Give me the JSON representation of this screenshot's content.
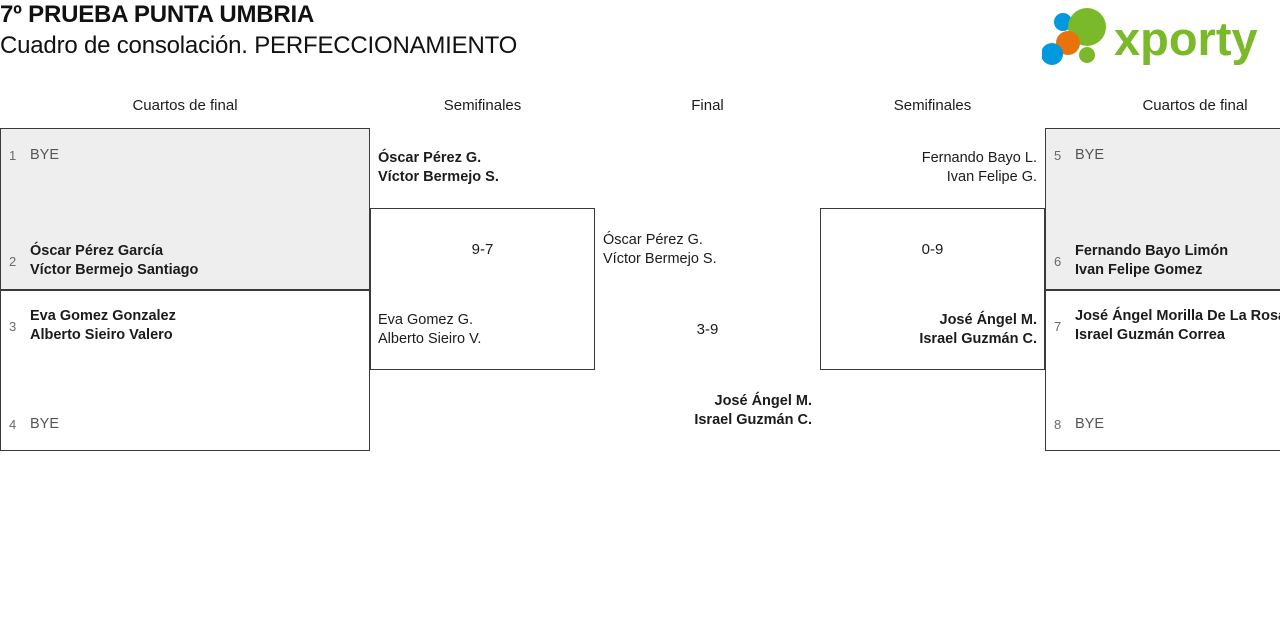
{
  "header": {
    "title_line_1": "7º PRUEBA PUNTA UMBRIA",
    "title_line_2": "Cuadro de consolación. PERFECCIONAMIENTO",
    "logo_text": "xporty",
    "logo_colors": {
      "green": "#7ab929",
      "blue": "#0099dd",
      "orange": "#e8730c"
    }
  },
  "rounds": [
    {
      "id": "qf-left",
      "label": "Cuartos de final"
    },
    {
      "id": "sf-left",
      "label": "Semifinales"
    },
    {
      "id": "final",
      "label": "Final"
    },
    {
      "id": "sf-right",
      "label": "Semifinales"
    },
    {
      "id": "qf-right",
      "label": "Cuartos de final"
    }
  ],
  "bracket": {
    "qf_left": [
      {
        "box": "qf-left-1",
        "shaded": true,
        "slots": [
          {
            "seed": "1",
            "line1": "BYE",
            "line2": "",
            "bye": true,
            "winner": false
          },
          {
            "seed": "2",
            "line1": "Óscar Pérez García",
            "line2": "Víctor Bermejo Santiago",
            "bye": false,
            "winner": true
          }
        ]
      },
      {
        "box": "qf-left-2",
        "shaded": false,
        "slots": [
          {
            "seed": "3",
            "line1": "Eva Gomez Gonzalez",
            "line2": "Alberto Sieiro Valero",
            "bye": false,
            "winner": true
          },
          {
            "seed": "4",
            "line1": "BYE",
            "line2": "",
            "bye": true,
            "winner": false
          }
        ]
      }
    ],
    "sf_left": {
      "box": "sf-left-1",
      "top": {
        "line1": "Óscar Pérez G.",
        "line2": "Víctor Bermejo S.",
        "winner": true
      },
      "bottom": {
        "line1": "Eva Gomez G.",
        "line2": "Alberto Sieiro V.",
        "winner": false
      },
      "score": "9-7"
    },
    "final": {
      "left": {
        "line1": "Óscar Pérez G.",
        "line2": "Víctor Bermejo S.",
        "winner": false
      },
      "right": {
        "line1": "José Ángel M.",
        "line2": "Israel Guzmán C.",
        "winner": true
      },
      "score": "3-9"
    },
    "sf_right": {
      "box": "sf-right-1",
      "top": {
        "line1": "Fernando Bayo L.",
        "line2": "Ivan Felipe G.",
        "winner": false
      },
      "bottom": {
        "line1": "José Ángel M.",
        "line2": "Israel Guzmán C.",
        "winner": true
      },
      "score": "0-9"
    },
    "qf_right": [
      {
        "box": "qf-right-1",
        "shaded": true,
        "slots": [
          {
            "seed": "5",
            "line1": "BYE",
            "line2": "",
            "bye": true,
            "winner": false
          },
          {
            "seed": "6",
            "line1": "Fernando Bayo Limón",
            "line2": "Ivan Felipe Gomez",
            "bye": false,
            "winner": true
          }
        ]
      },
      {
        "box": "qf-right-2",
        "shaded": false,
        "slots": [
          {
            "seed": "7",
            "line1": "José Ángel Morilla De La Rosa",
            "line2": "Israel Guzmán Correa",
            "bye": false,
            "winner": true
          },
          {
            "seed": "8",
            "line1": "BYE",
            "line2": "",
            "bye": true,
            "winner": false
          }
        ]
      }
    ]
  }
}
